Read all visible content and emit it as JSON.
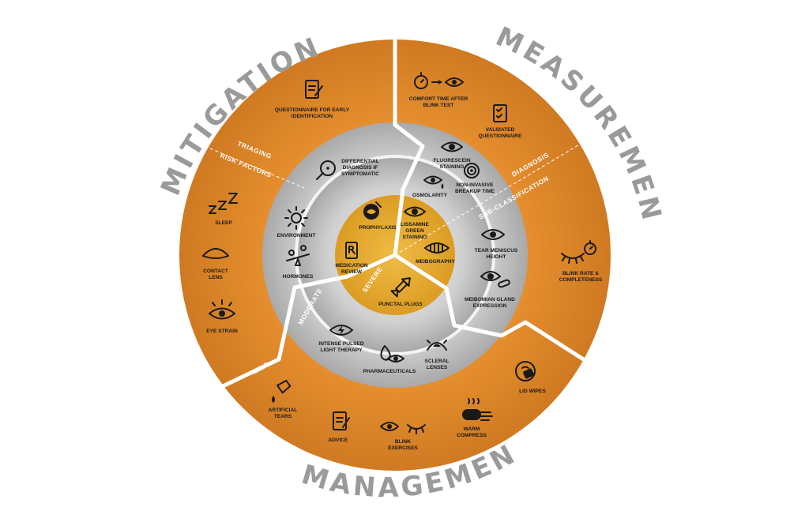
{
  "colors": {
    "orange": "#e08a2e",
    "gray": "#c6c6c6",
    "gold": "#e7a92e",
    "white": "#ffffff",
    "ink": "#1a1a1a",
    "title": "#9a9a9a"
  },
  "titles": {
    "mitigation": "MITIGATION",
    "measurement": "MEASUREMENT",
    "management": "MANAGEMENT"
  },
  "band_labels": {
    "triaging": "TRIAGING",
    "risk_factors": "RISK FACTORS",
    "diagnosis": "DIAGNOSIS",
    "sub_classification": "SUB-CLASSIFICATION",
    "mild": "MILD",
    "moderate": "MODERATE",
    "severe": "SEVERE"
  },
  "items": {
    "questionnaire_early": [
      "QUESTIONNAIRE FOR EARLY",
      "IDENTIFICATION"
    ],
    "sleep": [
      "SLEEP"
    ],
    "contact_lens": [
      "CONTACT",
      "LENS"
    ],
    "eye_strain": [
      "EYE STRAIN"
    ],
    "differential": [
      "DIFFERENTIAL",
      "DIAGNOSIS IF",
      "SYMPTOMATIC"
    ],
    "environment": [
      "ENVIRONMENT"
    ],
    "hormones": [
      "HORMONES"
    ],
    "prophylaxis": [
      "PROPHYLAXIS"
    ],
    "medication_review": [
      "MEDICATION",
      "REVIEW"
    ],
    "comfort_time": [
      "COMFORT TIME AFTER",
      "BLINK TEST"
    ],
    "validated_questionnaire": [
      "VALIDATED",
      "QUESTIONNAIRE"
    ],
    "fluorescein": [
      "FLUORESCEIN",
      "STAINING"
    ],
    "osmolarity": [
      "OSMOLARITY"
    ],
    "nibut": [
      "NON-INVASIVE",
      "BREAKUP TIME"
    ],
    "lissamine": [
      "LISSAMINE",
      "GREEN",
      "STAINING"
    ],
    "meibography": [
      "MEIBOGRAPHY"
    ],
    "tear_meniscus": [
      "TEAR MENISCUS",
      "HEIGHT"
    ],
    "meibomian": [
      "MEIBOMIAN GLAND",
      "EXPRESSION"
    ],
    "blink_rate": [
      "BLINK RATE &",
      "COMPLETENESS"
    ],
    "lid_wipes": [
      "LID WIPES"
    ],
    "warm_compress": [
      "WARM",
      "COMPRESS"
    ],
    "blink_exercises": [
      "BLINK",
      "EXERCISES"
    ],
    "advice": [
      "ADVICE"
    ],
    "artificial_tears": [
      "ARTIFICIAL",
      "TEARS"
    ],
    "ipl": [
      "INTENSE PULSED",
      "LIGHT THERAPY"
    ],
    "pharmaceuticals": [
      "PHARMACEUTICALS"
    ],
    "scleral": [
      "SCLERAL",
      "LENSES"
    ],
    "punctal": [
      "PUNCTAL PLUGS"
    ]
  }
}
